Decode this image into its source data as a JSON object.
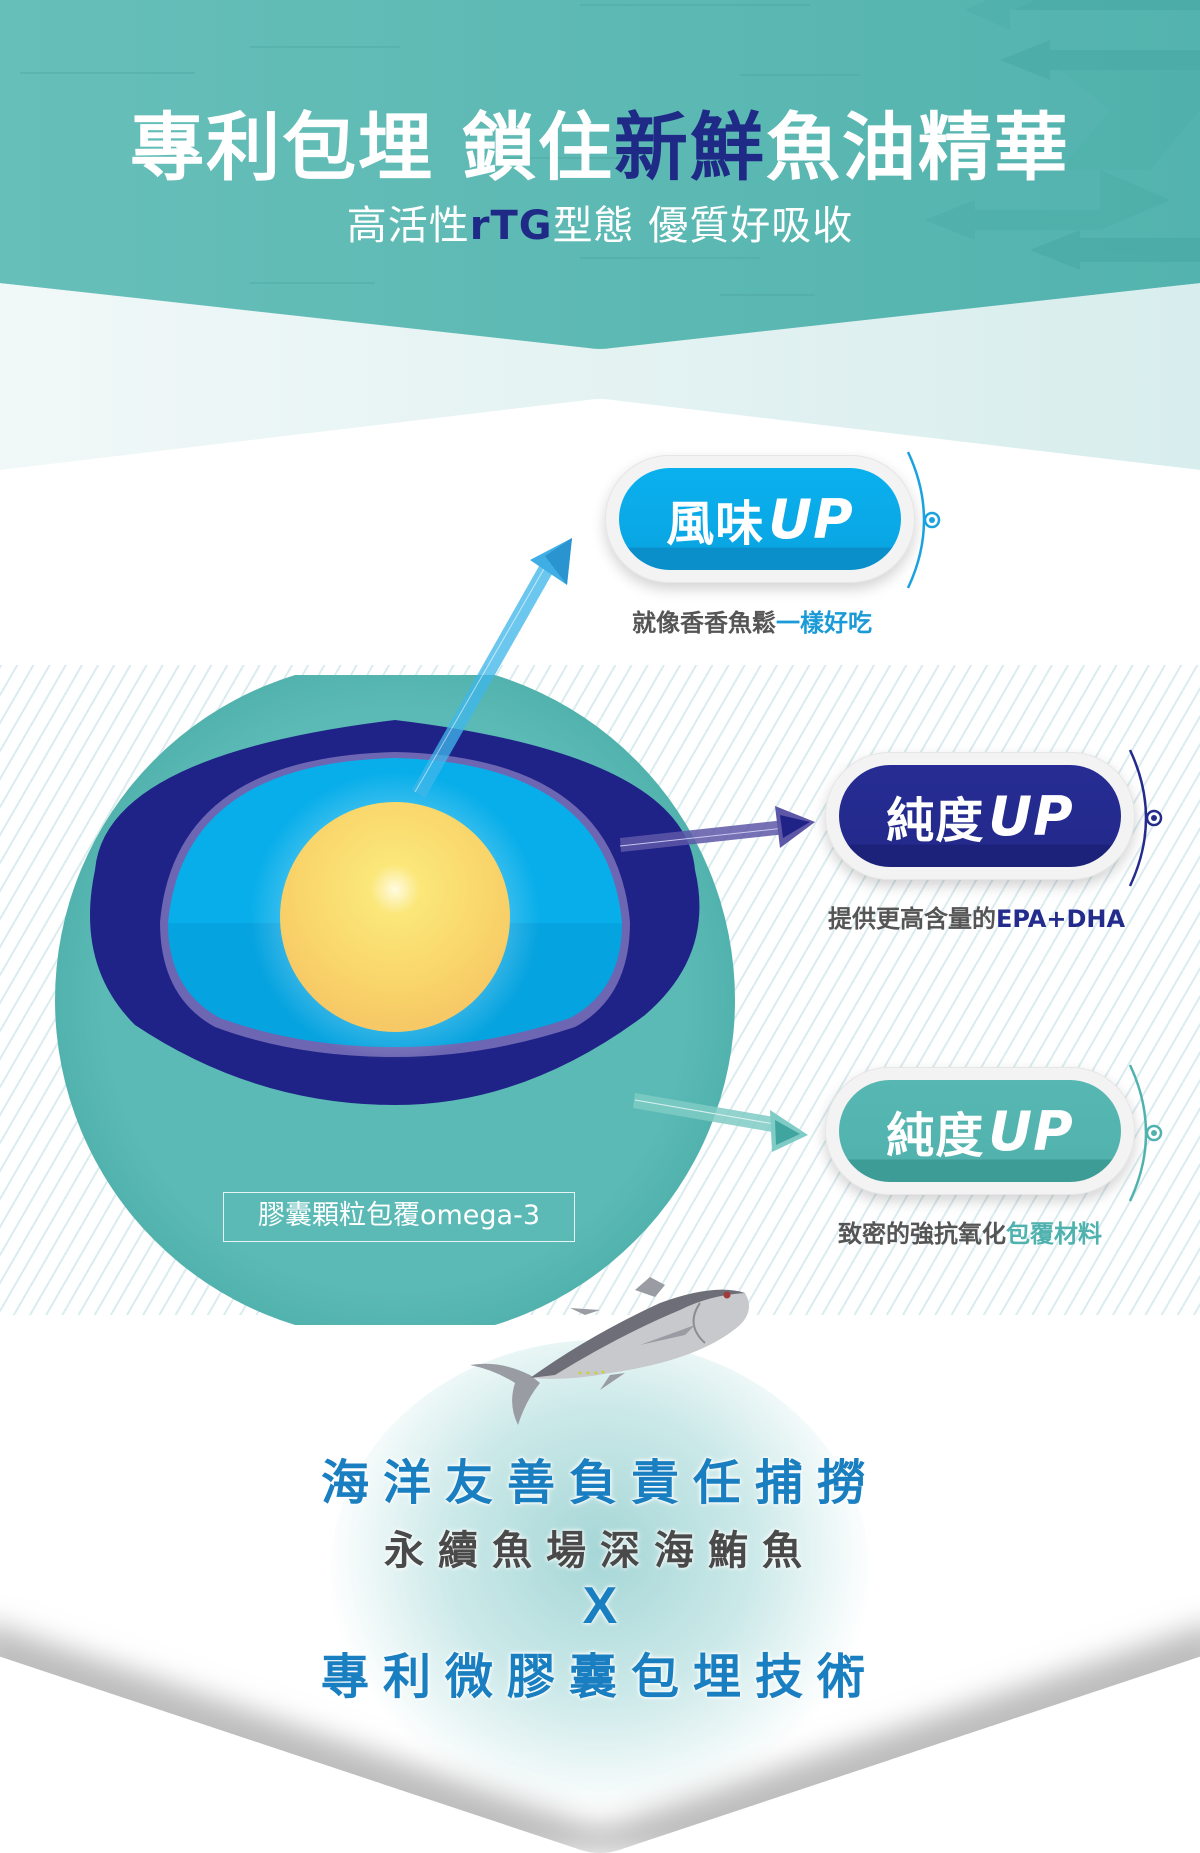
{
  "header": {
    "title_part1": "專利包埋 鎖住",
    "title_accent": "新鮮",
    "title_part2": "魚油精華",
    "subtitle_part1": "高活性",
    "subtitle_accent": "rTG",
    "subtitle_part2": "型態 優質好吸收"
  },
  "capsule": {
    "label": "膠囊顆粒包覆omega-3",
    "layers": [
      "outer-coating",
      "dense-shell",
      "inner-matrix",
      "fish-oil-core"
    ]
  },
  "features": [
    {
      "label": "風味",
      "up": "UP",
      "desc_plain": "就像香香魚鬆",
      "desc_highlight": "一樣好吃",
      "color": "#0aa3e0",
      "highlight_color": "#1a9ad6"
    },
    {
      "label": "純度",
      "up": "UP",
      "desc_plain": "提供更高含量的",
      "desc_highlight": "EPA+DHA",
      "color": "#232b8c",
      "highlight_color": "#232b8c"
    },
    {
      "label": "純度",
      "up": "UP",
      "desc_plain": "致密的強抗氧化",
      "desc_highlight": "包覆材料",
      "color": "#4fb2ae",
      "highlight_color": "#4fb2ae"
    }
  ],
  "bottom": {
    "line1": "海洋友善負責任捕撈",
    "line2": "永續魚場深海鮪魚",
    "line3": "X",
    "line4": "專利微膠囊包埋技術"
  },
  "colors": {
    "teal": "#5bbab5",
    "navy": "#1f2287",
    "sky": "#08aeea",
    "core": "#f9d56a"
  }
}
